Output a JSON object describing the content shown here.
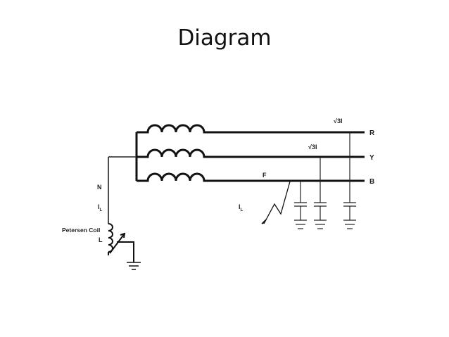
{
  "slide": {
    "title": "Diagram"
  },
  "diagram": {
    "phases": [
      "R",
      "Y",
      "B"
    ],
    "neutral_label": "N",
    "current_label": "I",
    "current_subscript": "L",
    "coil_label": "Petersen Coil",
    "coil_symbol": "L",
    "fault_label": "F",
    "fault_current_label": "I",
    "fault_current_subscript": "L",
    "capacitor_current_r": "√3I",
    "capacitor_current_y": "√3I",
    "line_color": "#111111",
    "wire_color": "#222222"
  }
}
